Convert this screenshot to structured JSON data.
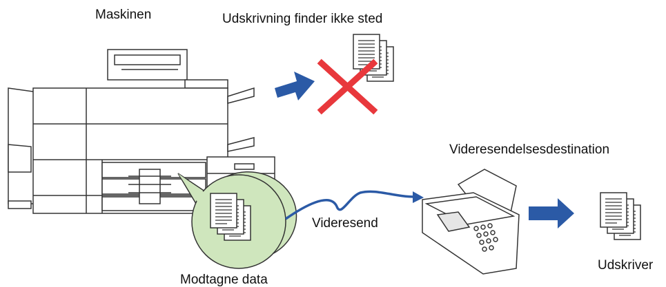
{
  "labels": {
    "machine": "Maskinen",
    "no_print": "Udskrivning finder ikke sted",
    "forward_destination": "Videresendelsesdestination",
    "forward": "Videresend",
    "received_data": "Modtagne data",
    "printer": "Udskriver"
  },
  "colors": {
    "arrow_blue": "#2b5aa6",
    "cross_red": "#e8383c",
    "bubble_green": "#cfe6bd",
    "outline": "#333333",
    "fill_white": "#ffffff"
  },
  "icons": [
    "multifunction-printer-icon",
    "document-stack-icon",
    "cross-icon",
    "fax-machine-icon",
    "arrow-icon",
    "speech-bubble-icon"
  ]
}
